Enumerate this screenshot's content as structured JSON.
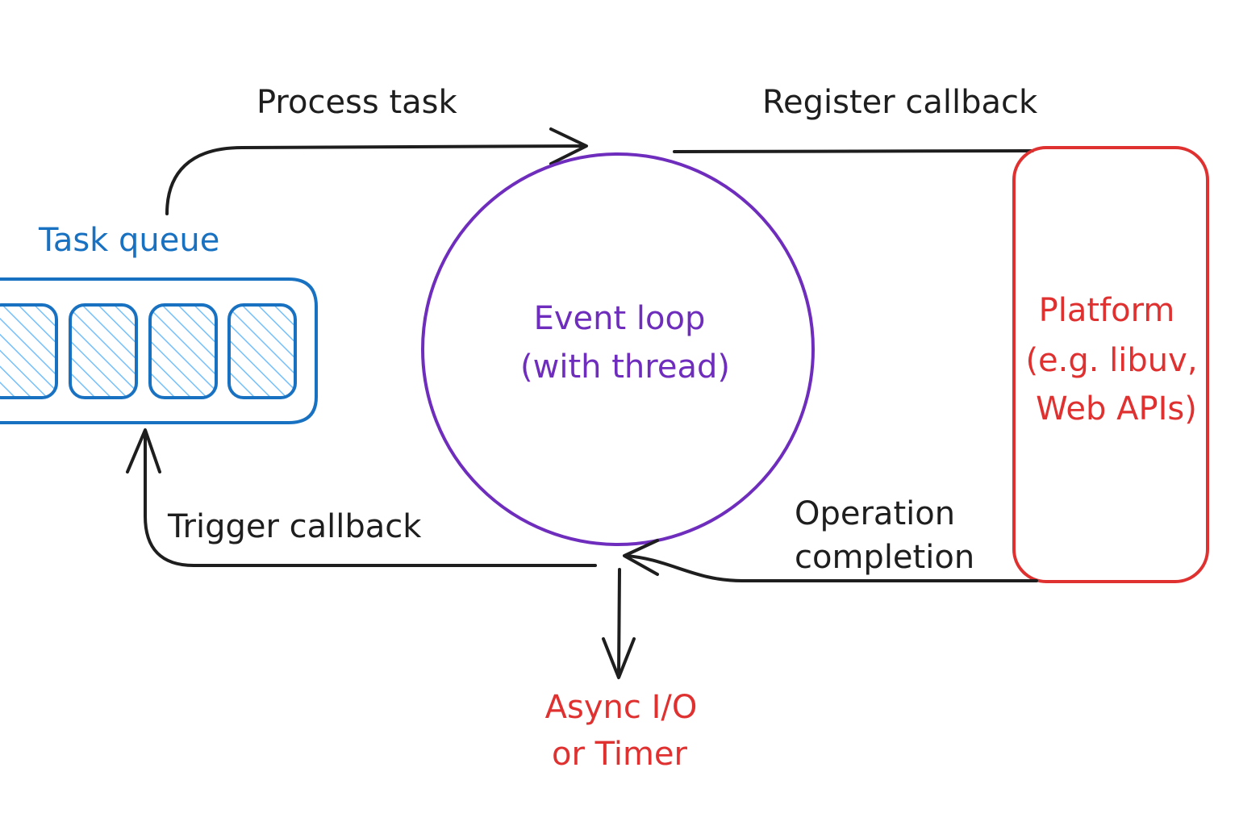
{
  "labels": {
    "process_task": "Process task",
    "register_callback": "Register callback",
    "task_queue": "Task queue",
    "event_loop_line1": "Event loop",
    "event_loop_line2": "(with thread)",
    "platform_line1": "Platform",
    "platform_line2": "(e.g. libuv,",
    "platform_line3": "Web APIs)",
    "trigger_callback": "Trigger callback",
    "operation_line1": "Operation",
    "operation_line2": "completion",
    "async_line1": "Async I/O",
    "async_line2": "or Timer"
  },
  "colors": {
    "queue": "#1971c2",
    "queue_fill": "#a5d8ff",
    "event_loop": "#6f2dbd",
    "platform": "#e03131",
    "arrows": "#1e1e1e"
  },
  "task_queue_slots": 4
}
